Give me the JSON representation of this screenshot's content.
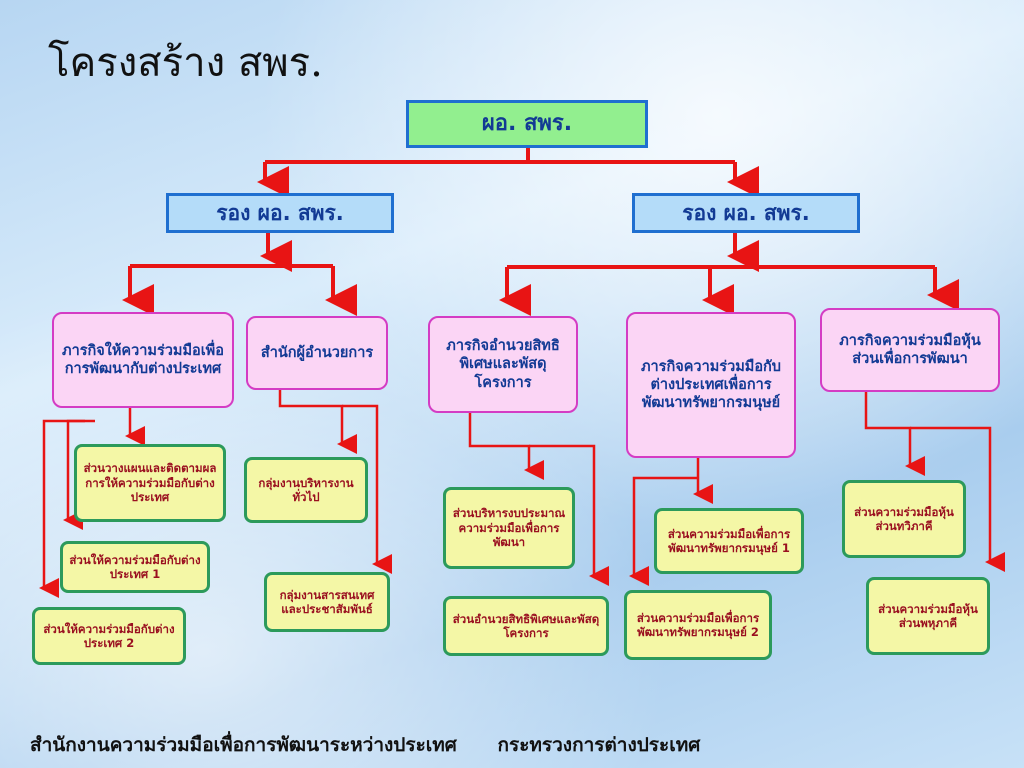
{
  "title": "โครงสร้าง สพร.",
  "director": "ผอ. สพร.",
  "deputies": [
    "รอง ผอ. สพร.",
    "รอง ผอ. สพร."
  ],
  "missions": {
    "m1": "ภารกิจให้ความร่วมมือเพื่อการพัฒนากับต่างประเทศ",
    "m2": "สำนักผู้อำนวยการ",
    "m3": "ภารกิจอำนวยสิทธิพิเศษและพัสดุโครงการ",
    "m4": "ภารกิจความร่วมมือกับต่างประเทศเพื่อการพัฒนาทรัพยากรมนุษย์",
    "m5": "ภารกิจความร่วมมือหุ้นส่วนเพื่อการพัฒนา"
  },
  "units": {
    "u1": "ส่วนวางแผนและติดตามผลการให้ความร่วมมือกับต่างประเทศ",
    "u2": "ส่วนให้ความร่วมมือกับต่างประเทศ 1",
    "u3": "ส่วนให้ความร่วมมือกับต่างประเทศ 2",
    "u4": "กลุ่มงานบริหารงานทั่วไป",
    "u5": "กลุ่มงานสารสนเทศและประชาสัมพันธ์",
    "u6": "ส่วนบริหารงบประมาณความร่วมมือเพื่อการพัฒนา",
    "u7": "ส่วนอำนวยสิทธิพิเศษและพัสดุโครงการ",
    "u8": "ส่วนความร่วมมือเพื่อการพัฒนาทรัพยากรมนุษย์ 1",
    "u9": "ส่วนความร่วมมือเพื่อการพัฒนาทรัพยากรมนุษย์ 2",
    "u10": "ส่วนความร่วมมือหุ้นส่วนทวิภาคี",
    "u11": "ส่วนความร่วมมือหุ้นส่วนพหุภาคี"
  },
  "footer": {
    "agency": "สำนักงานความร่วมมือเพื่อการพัฒนาระหว่างประเทศ",
    "ministry": "กระทรวงการต่างประเทศ"
  },
  "colors": {
    "connector": "#e81414",
    "top_fill": "#92ef8f",
    "deputy_fill": "#b4dcf9",
    "mission_fill": "#fbd5f5",
    "unit_fill": "#f4f7a6"
  }
}
